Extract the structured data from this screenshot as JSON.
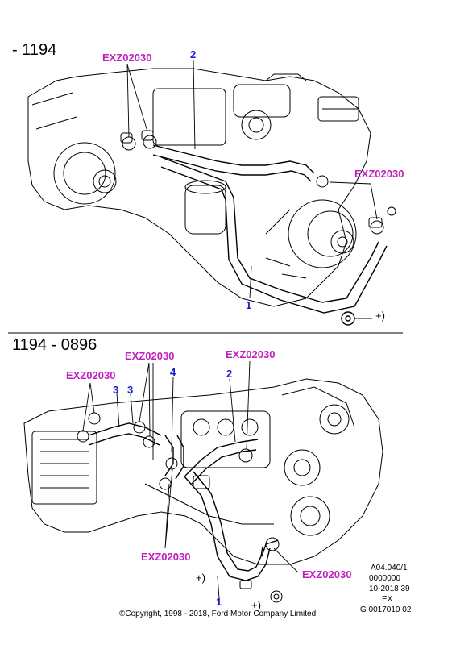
{
  "sections": [
    {
      "range": "- 1194",
      "callouts": {
        "part_a": "EXZ02030",
        "part_b": "EXZ02030",
        "item_2": "2",
        "item_1": "1",
        "note": "+)"
      }
    },
    {
      "range": "1194 - 0896",
      "callouts": {
        "part_a": "EXZ02030",
        "part_b": "EXZ02030",
        "part_c": "EXZ02030",
        "part_d": "EXZ02030",
        "part_e": "EXZ02030",
        "item_3a": "3",
        "item_3b": "3",
        "item_4": "4",
        "item_2": "2",
        "item_1": "1",
        "note_a": "+)",
        "note_b": "+)"
      }
    }
  ],
  "reference": {
    "line1": "A04.040/1",
    "line2": "0000000",
    "line3": "10-2018 39",
    "line4": "EX",
    "line5": "G 0017010 02"
  },
  "copyright": "©Copyright, 1998 - 2018, Ford Motor Company Limited"
}
